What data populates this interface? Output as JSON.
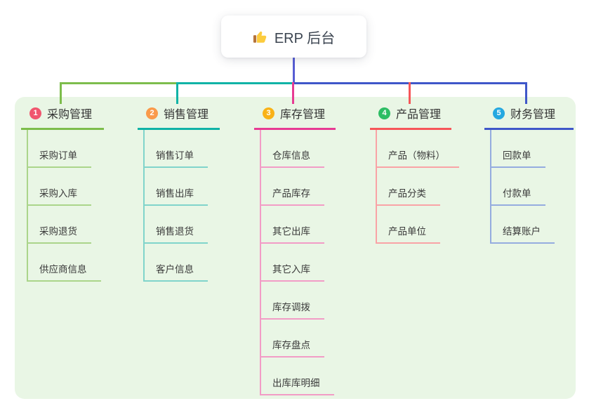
{
  "root": {
    "label": "ERP 后台",
    "icon": "thumbs-up-icon",
    "line_color": "#575dd4"
  },
  "panel": {
    "background": "#e9f6e5"
  },
  "branches": [
    {
      "index": "1",
      "title": "采购管理",
      "badge_color": "#f0566e",
      "line_color": "#7dbd4c",
      "light_line_color": "#abd58a",
      "children": [
        "采购订单",
        "采购入库",
        "采购退货",
        "供应商信息"
      ]
    },
    {
      "index": "2",
      "title": "销售管理",
      "badge_color": "#fa9a4a",
      "line_color": "#10b3a6",
      "light_line_color": "#80d4cb",
      "children": [
        "销售订单",
        "销售出库",
        "销售退货",
        "客户信息"
      ]
    },
    {
      "index": "3",
      "title": "库存管理",
      "badge_color": "#f9b217",
      "line_color": "#e73b93",
      "light_line_color": "#f29cc6",
      "children": [
        "仓库信息",
        "产品库存",
        "其它出库",
        "其它入库",
        "库存调拨",
        "库存盘点",
        "出库库明细"
      ]
    },
    {
      "index": "4",
      "title": "产品管理",
      "badge_color": "#2dbd64",
      "line_color": "#f65659",
      "light_line_color": "#f9a3a6",
      "children": [
        "产品（物料）",
        "产品分类",
        "产品单位"
      ]
    },
    {
      "index": "5",
      "title": "财务管理",
      "badge_color": "#25a8e0",
      "line_color": "#3f57c9",
      "light_line_color": "#95acdf",
      "children": [
        "回款单",
        "付款单",
        "结算账户"
      ]
    }
  ]
}
